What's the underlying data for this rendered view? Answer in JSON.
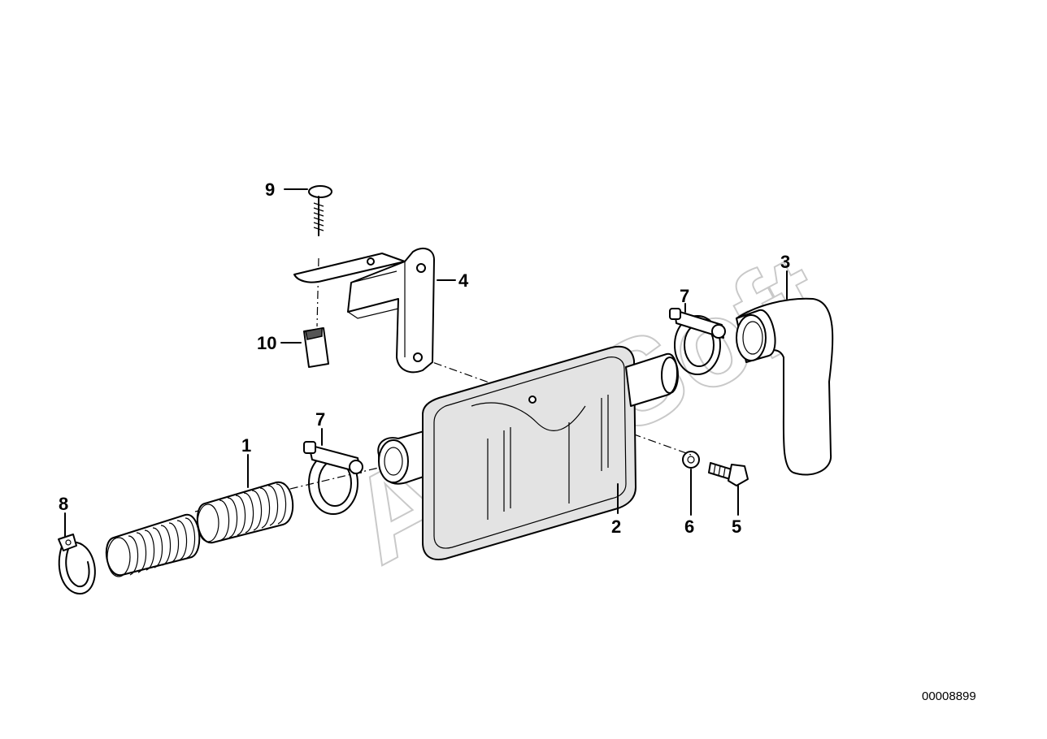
{
  "watermark": "AutoSoft",
  "diagram_code": "00008899",
  "callouts": [
    {
      "id": "c8",
      "label": "8"
    },
    {
      "id": "c1",
      "label": "1"
    },
    {
      "id": "c7a",
      "label": "7"
    },
    {
      "id": "c9",
      "label": "9"
    },
    {
      "id": "c10",
      "label": "10"
    },
    {
      "id": "c4",
      "label": "4"
    },
    {
      "id": "c2",
      "label": "2"
    },
    {
      "id": "c6",
      "label": "6"
    },
    {
      "id": "c5",
      "label": "5"
    },
    {
      "id": "c7b",
      "label": "7"
    },
    {
      "id": "c3",
      "label": "3"
    }
  ]
}
